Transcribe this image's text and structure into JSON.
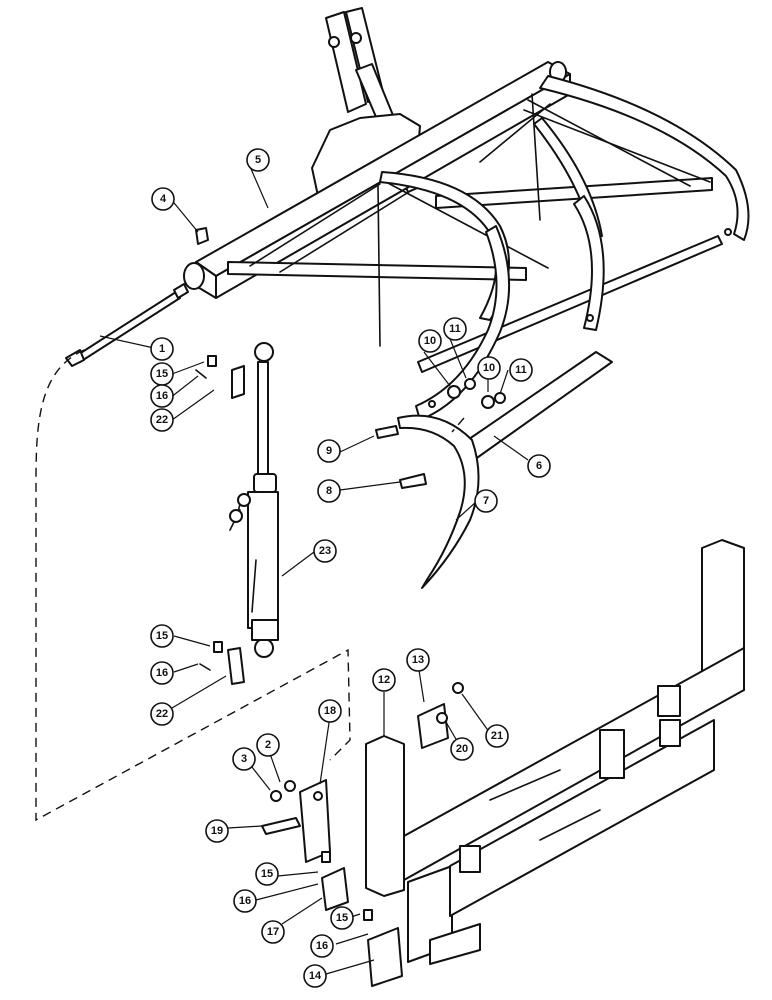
{
  "diagram": {
    "callouts": [
      {
        "id": "c1",
        "label": "1"
      },
      {
        "id": "c2",
        "label": "2"
      },
      {
        "id": "c3",
        "label": "3"
      },
      {
        "id": "c4",
        "label": "4"
      },
      {
        "id": "c5",
        "label": "5"
      },
      {
        "id": "c6",
        "label": "6"
      },
      {
        "id": "c7",
        "label": "7"
      },
      {
        "id": "c8",
        "label": "8"
      },
      {
        "id": "c9",
        "label": "9"
      },
      {
        "id": "c10a",
        "label": "10"
      },
      {
        "id": "c10b",
        "label": "10"
      },
      {
        "id": "c11a",
        "label": "11"
      },
      {
        "id": "c11b",
        "label": "11"
      },
      {
        "id": "c12",
        "label": "12"
      },
      {
        "id": "c13",
        "label": "13"
      },
      {
        "id": "c14",
        "label": "14"
      },
      {
        "id": "c15a",
        "label": "15"
      },
      {
        "id": "c15b",
        "label": "15"
      },
      {
        "id": "c15c",
        "label": "15"
      },
      {
        "id": "c15d",
        "label": "15"
      },
      {
        "id": "c16a",
        "label": "16"
      },
      {
        "id": "c16b",
        "label": "16"
      },
      {
        "id": "c16c",
        "label": "16"
      },
      {
        "id": "c16d",
        "label": "16"
      },
      {
        "id": "c17",
        "label": "17"
      },
      {
        "id": "c18",
        "label": "18"
      },
      {
        "id": "c19",
        "label": "19"
      },
      {
        "id": "c20",
        "label": "20"
      },
      {
        "id": "c21",
        "label": "21"
      },
      {
        "id": "c22a",
        "label": "22"
      },
      {
        "id": "c22b",
        "label": "22"
      },
      {
        "id": "c23",
        "label": "23"
      }
    ]
  }
}
